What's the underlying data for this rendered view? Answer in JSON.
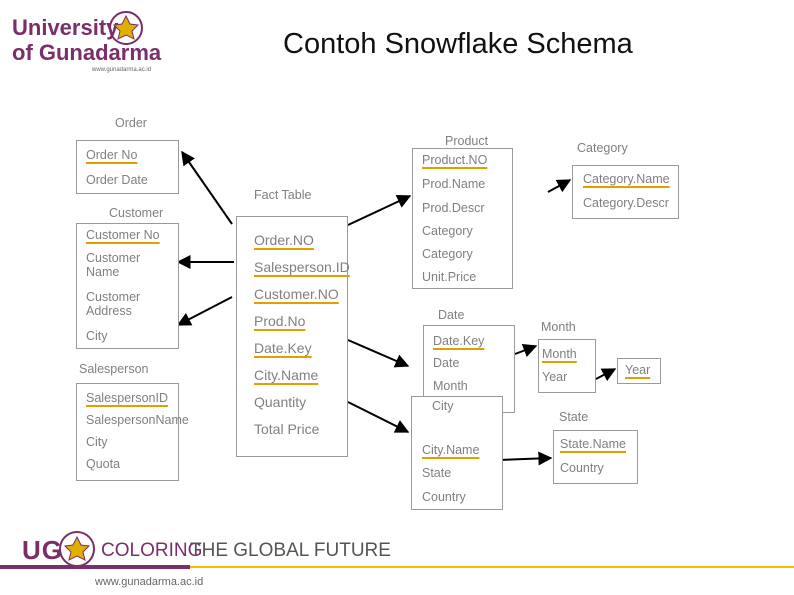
{
  "header": {
    "university_line1": "University",
    "university_line2": "of Gunadarma",
    "logo_url": "www.gunadarma.ac.id",
    "title": "Contoh Snowflake Schema"
  },
  "footer": {
    "ug": "UG",
    "coloring": "COLORING",
    "the_global_future": "THE GLOBAL FUTURE",
    "url": "www.gunadarma.ac.id"
  },
  "order": {
    "title": "Order",
    "fields": [
      "Order No",
      "Order Date"
    ]
  },
  "customer": {
    "title": "Customer",
    "fields": [
      "Customer No",
      "Customer Name",
      "Customer Address",
      "City"
    ]
  },
  "salesperson": {
    "title": "Salesperson",
    "fields": [
      "SalespersonID",
      "SalespersonName",
      "City",
      "Quota"
    ]
  },
  "fact": {
    "title": "Fact Table",
    "fields": [
      "Order.NO",
      "Salesperson.ID",
      "Customer.NO",
      "Prod.No",
      "Date.Key",
      "City.Name",
      "Quantity",
      "Total Price"
    ]
  },
  "product": {
    "title": "Product",
    "fields": [
      "Product.NO",
      "Prod.Name",
      "Prod.Descr",
      "Category",
      "Category",
      "Unit.Price"
    ]
  },
  "category": {
    "title": "Category",
    "fields": [
      "Category.Name",
      "Category.Descr"
    ]
  },
  "date": {
    "title": "Date",
    "fields": [
      "Date.Key",
      "Date",
      "Month"
    ]
  },
  "month": {
    "title": "Month",
    "fields": [
      "Month",
      "Year"
    ]
  },
  "year": {
    "fields": [
      "Year"
    ]
  },
  "city": {
    "fields": [
      "City",
      "City.Name",
      "State",
      "Country"
    ]
  },
  "state": {
    "title": "State",
    "fields": [
      "State.Name",
      "Country"
    ]
  }
}
